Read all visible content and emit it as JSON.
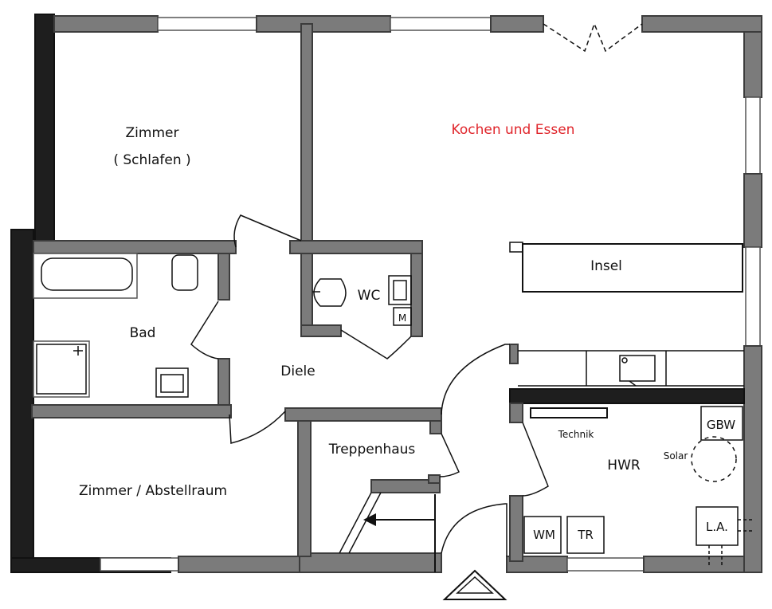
{
  "rooms": {
    "zimmer_line1": "Zimmer",
    "zimmer_line2": "( Schlafen )",
    "kochen": "Kochen und Essen",
    "insel": "Insel",
    "wc": "WC",
    "bad": "Bad",
    "diele": "Diele",
    "treppenhaus": "Treppenhaus",
    "hwr": "HWR",
    "zimmer_abstell": "Zimmer / Abstellraum"
  },
  "fixtures": {
    "m": "M",
    "technik": "Technik",
    "solar": "Solar",
    "gbw": "GBW",
    "wm": "WM",
    "tr": "TR",
    "la": "L.A."
  },
  "colors": {
    "kochen_label": "#e0252b"
  }
}
